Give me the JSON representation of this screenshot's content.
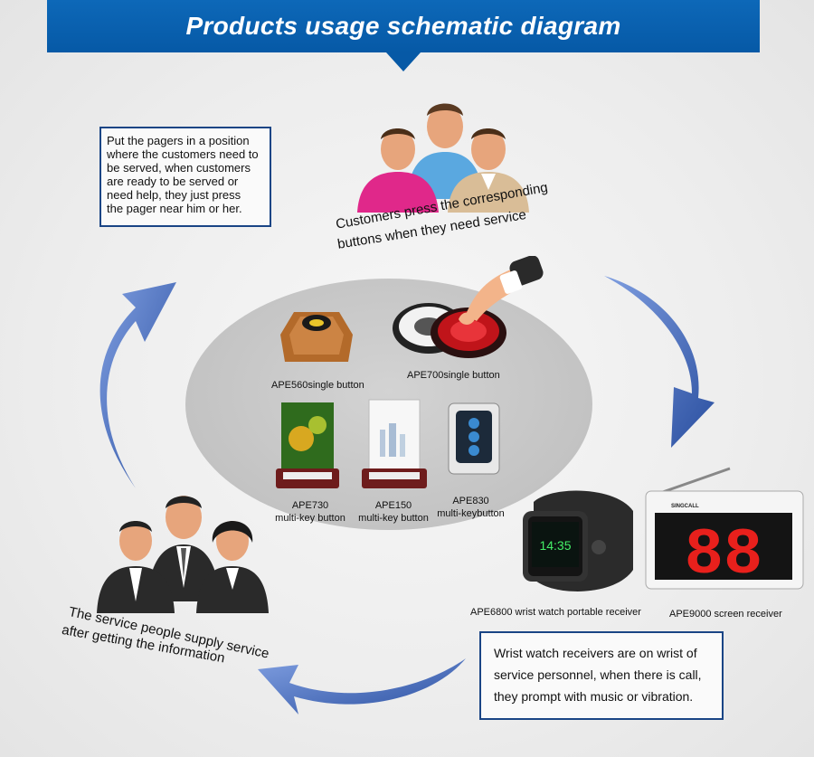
{
  "title": "Products usage schematic diagram",
  "top_note": {
    "lines": [
      "Put the pagers in a position",
      "where the customers need to",
      "be served, when customers",
      "are ready to be served or",
      "need help, they just press",
      "the pager near him or her."
    ]
  },
  "customers_caption": {
    "line1": "Customers press the corresponding",
    "line2": "buttons when they need service"
  },
  "service_caption": {
    "line1": "The service people supply service",
    "line2": "after  getting the information"
  },
  "bottom_note": {
    "lines": [
      "Wrist watch receivers are on wrist of",
      "service personnel, when there is call,",
      "they prompt with music or vibration."
    ]
  },
  "products": {
    "ape560": "APE560single button",
    "ape700": "APE700single button",
    "ape730_model": "APE730",
    "ape730_type": "multi-key button",
    "ape150_model": "APE150",
    "ape150_type": "multi-key button",
    "ape830_model": "APE830",
    "ape830_type": "multi-keybutton",
    "ape6800": "APE6800 wrist watch portable receiver",
    "ape9000": "APE9000 screen receiver"
  },
  "device_text": {
    "watch_time": "14:35",
    "screen_digits": "88",
    "brand": "SINGCALL"
  },
  "colors": {
    "banner_blue": "#0659a6",
    "arrow_blue": "#3a5fb0",
    "box_border": "#1a4585",
    "digit_red": "#e8201c"
  }
}
